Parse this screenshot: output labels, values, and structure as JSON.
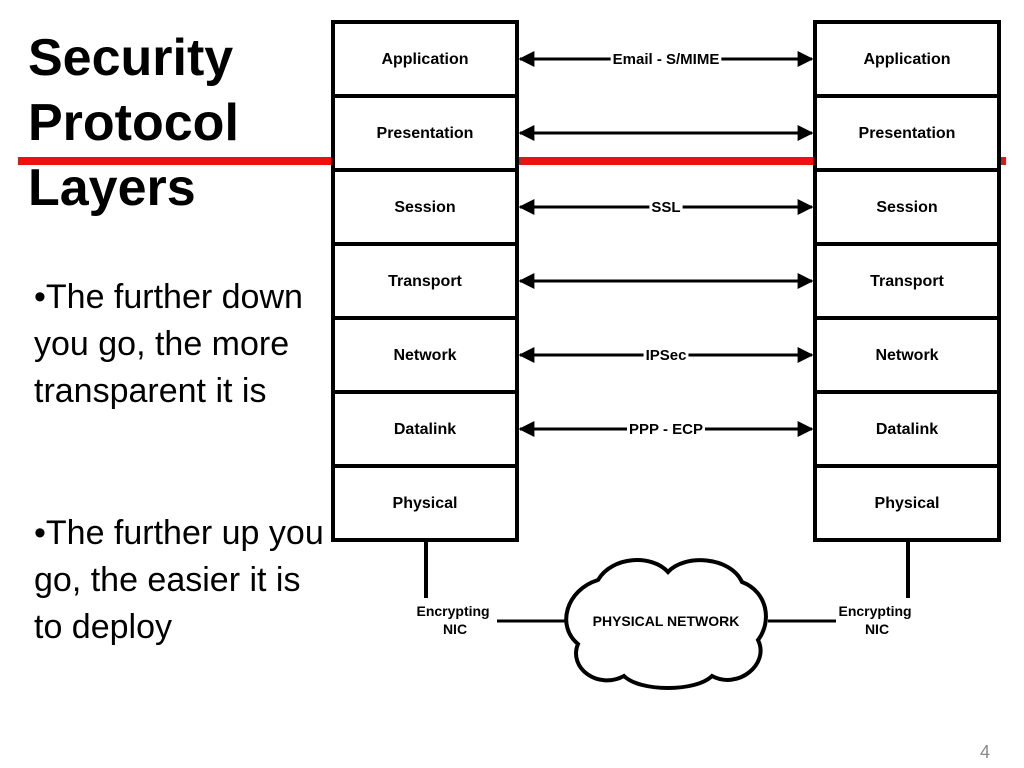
{
  "title": [
    "Security",
    "Protocol",
    "Layers"
  ],
  "bullets": [
    "•The further down you go, the more transparent it is",
    "•The further up you go, the easier it is to deploy"
  ],
  "layers": [
    "Application",
    "Presentation",
    "Session",
    "Transport",
    "Network",
    "Datalink",
    "Physical"
  ],
  "protocols": [
    "Email - S/MIME",
    "",
    "SSL",
    "",
    "IPSec",
    "PPP - ECP",
    ""
  ],
  "nic_label": [
    "Encrypting",
    "NIC"
  ],
  "network_label": "PHYSICAL NETWORK",
  "page_number": "4",
  "colors": {
    "accent_rule": "#ee1111",
    "stroke": "#000000",
    "page_number": "#8a8a8a"
  }
}
